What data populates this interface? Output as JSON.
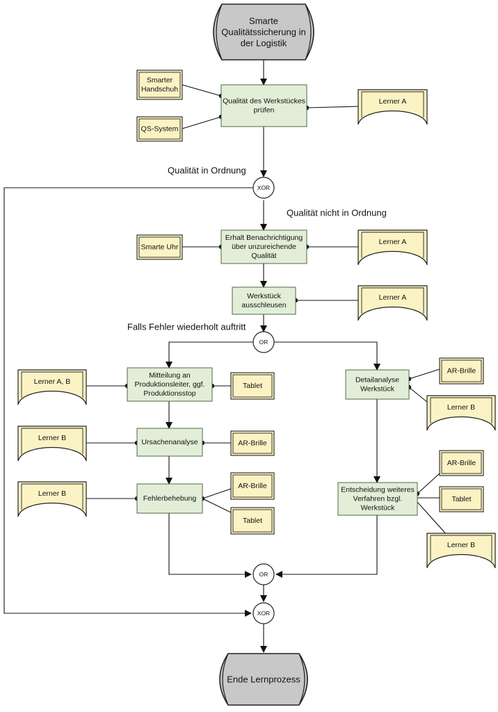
{
  "events": {
    "start": [
      "Smarte",
      "Qualitätssicherung in",
      "der Logistik"
    ],
    "end": [
      "Ende Lernprozess"
    ]
  },
  "functions": {
    "pruefen": [
      "Qualität des Werkstückes",
      "prüfen"
    ],
    "benachrichtigung": [
      "Erhalt Benachrichtigung",
      "über unzureichende",
      "Qualität"
    ],
    "ausschleusen": [
      "Werkstück",
      "ausschleusen"
    ],
    "mitteilung": [
      "Mitteilung an",
      "Produktionsleiter, ggf.",
      "Produktionsstop"
    ],
    "ursachenanalyse": [
      "Ursachenanalyse"
    ],
    "fehlerbehebung": [
      "Fehlerbehebung"
    ],
    "detailanalyse": [
      "Detailanalyse",
      "Werkstück"
    ],
    "entscheidung": [
      "Entscheidung weiteres",
      "Verfahren bzgl.",
      "Werkstück"
    ]
  },
  "resources": {
    "handschuh": [
      "Smarter",
      "Handschuh"
    ],
    "qs_system": [
      "QS-System"
    ],
    "uhr": [
      "Smarte Uhr"
    ],
    "tablet_1": [
      "Tablet"
    ],
    "ar_brille_1": [
      "AR-Brille"
    ],
    "ar_brille_2": [
      "AR-Brille"
    ],
    "tablet_2": [
      "Tablet"
    ],
    "ar_brille_3": [
      "AR-Brille"
    ],
    "ar_brille_4": [
      "AR-Brille"
    ],
    "tablet_3": [
      "Tablet"
    ]
  },
  "roles": {
    "lerner_a_1": "Lerner A",
    "lerner_a_2": "Lerner A",
    "lerner_a_3": "Lerner A",
    "lerner_ab": "Lerner A, B",
    "lerner_b_1": "Lerner B",
    "lerner_b_2": "Lerner B",
    "lerner_b_3": "Lerner B",
    "lerner_b_4": "Lerner B"
  },
  "operators": {
    "xor_split": "XOR",
    "or_split": "OR",
    "or_join": "OR",
    "xor_join": "XOR"
  },
  "labels": {
    "qualitaet_ok": "Qualität in Ordnung",
    "qualitaet_nicht_ok": "Qualität nicht in Ordnung",
    "fehler_wiederholt": "Falls Fehler wiederholt auftritt"
  },
  "colors": {
    "function_fill": "#e2eed7",
    "function_stroke": "#4d6b46",
    "resource_fill": "#fbf3c4",
    "resource_stroke": "#8c7a1e",
    "role_fill": "#fbf3c4",
    "event_fill": "#c8c8c8",
    "line": "#111111"
  }
}
